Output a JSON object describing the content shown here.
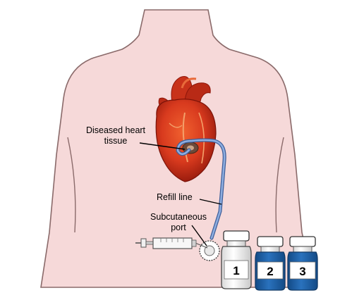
{
  "labels": {
    "diseased_heart_line1": "Diseased heart",
    "diseased_heart_line2": "tissue",
    "refill_line": "Refill line",
    "subcutaneous_line1": "Subcutaneous",
    "subcutaneous_line2": "port"
  },
  "vials": [
    {
      "number": "1",
      "liquid": "clear",
      "cap_color": "#ffffff"
    },
    {
      "number": "2",
      "liquid": "filled",
      "cap_color": "#ffffff"
    },
    {
      "number": "3",
      "liquid": "filled",
      "cap_color": "#ffffff"
    }
  ],
  "colors": {
    "skin": "#f6d9d9",
    "skin_outline": "#8a6a6a",
    "heart": "#d83a1e",
    "heart_dark": "#9c1a0c",
    "refill_tube": "#6f8fc8",
    "vial_liquid": "#1d5fa6",
    "outline": "#333333"
  }
}
